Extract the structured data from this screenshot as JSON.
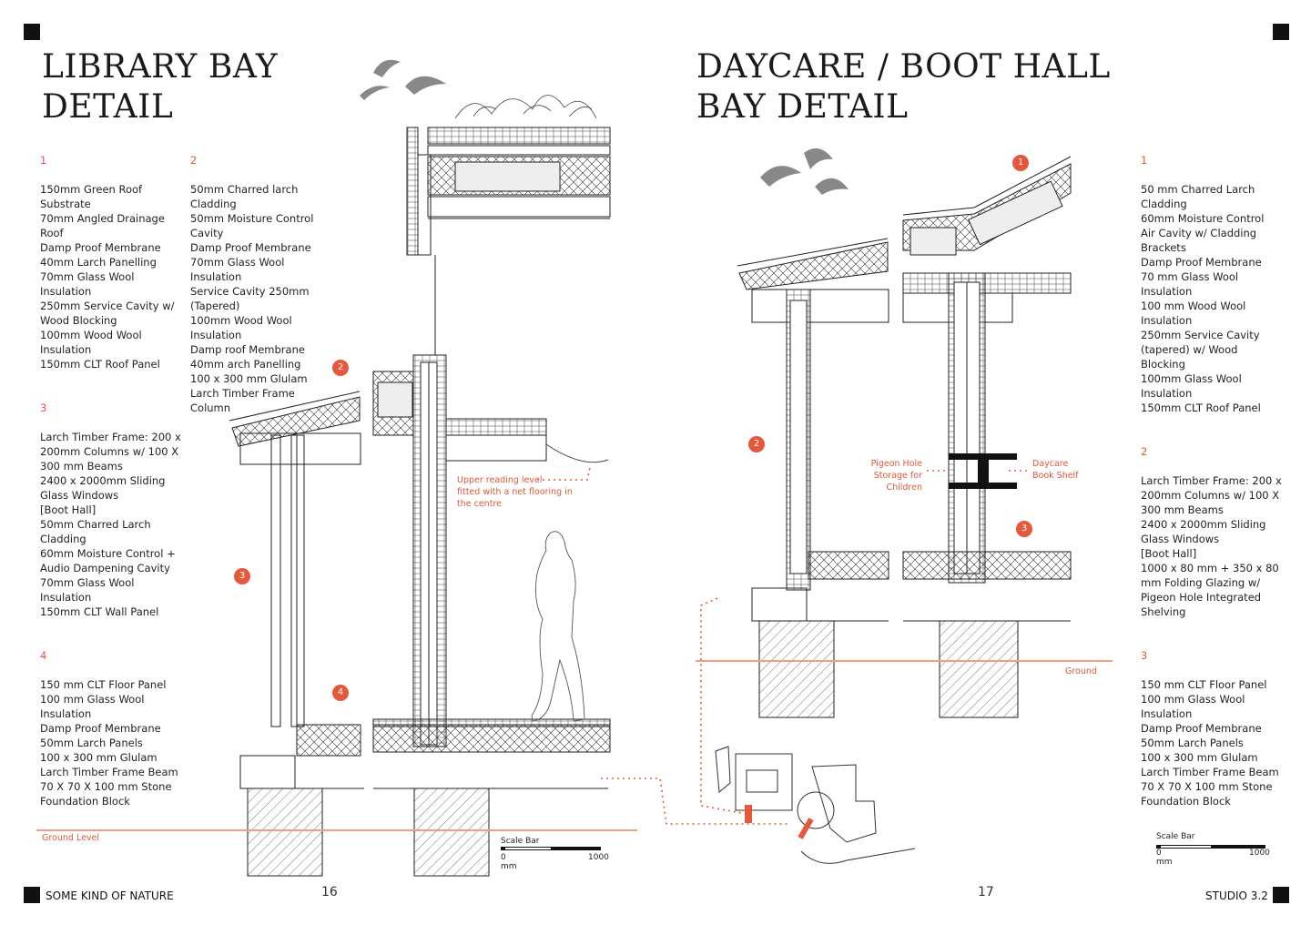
{
  "left_page": {
    "title": "LIBRARY BAY\nDETAIL",
    "notes": [
      {
        "num": "1",
        "text": "150mm Green Roof\nSubstrate\n70mm Angled Drainage\nRoof\nDamp Proof Membrane\n40mm Larch Panelling\n70mm Glass Wool\nInsulation\n250mm Service Cavity w/\nWood Blocking\n100mm Wood Wool\nInsulation\n150mm CLT Roof Panel"
      },
      {
        "num": "3",
        "text": "Larch Timber Frame: 200 x\n200mm Columns w/ 100 X\n300 mm Beams\n2400 x 2000mm Sliding\nGlass Windows\n[Boot Hall]\n50mm Charred Larch\nCladding\n60mm Moisture Control +\nAudio Dampening Cavity\n70mm Glass Wool\nInsulation\n150mm CLT Wall Panel"
      },
      {
        "num": "4",
        "text": "150 mm CLT Floor Panel\n100 mm Glass Wool\nInsulation\nDamp Proof Membrane\n50mm Larch Panels\n100 x 300 mm Glulam\nLarch Timber Frame Beam\n70 X 70 X 100 mm Stone\nFoundation Block"
      },
      {
        "num": "2",
        "text": "50mm Charred larch\nCladding\n50mm Moisture Control\nCavity\nDamp Proof Membrane\n70mm Glass Wool\nInsulation\nService Cavity 250mm\n(Tapered)\n100mm Wood Wool\nInsulation\nDamp roof Membrane\n40mm arch Panelling\n100 x 300 mm Glulam\nLarch Timber Frame\nColumn"
      }
    ],
    "annotation_reading": "Upper reading level\nfitted with a net flooring in\nthe centre",
    "ground_label": "Ground Level",
    "scale_bar": {
      "label": "Scale Bar",
      "min": "0",
      "max": "1000",
      "unit": "mm"
    },
    "page_number": "16",
    "footer": "SOME KIND OF NATURE",
    "badges": [
      "2",
      "3",
      "4"
    ]
  },
  "right_page": {
    "title": "DAYCARE / BOOT HALL\nBAY DETAIL",
    "notes": [
      {
        "num": "1",
        "text": "50 mm Charred Larch\nCladding\n60mm Moisture Control\nAir Cavity w/ Cladding\nBrackets\nDamp Proof Membrane\n70 mm Glass Wool\nInsulation\n100 mm Wood Wool\nInsulation\n250mm Service Cavity\n(tapered) w/ Wood\nBlocking\n100mm Glass Wool\nInsulation\n150mm CLT Roof Panel"
      },
      {
        "num": "2",
        "text": "Larch Timber Frame: 200 x\n200mm Columns w/ 100 X\n300 mm Beams\n2400 x 2000mm Sliding\nGlass Windows\n[Boot Hall]\n1000 x 80 mm + 350 x 80\nmm Folding Glazing w/\nPigeon Hole Integrated\nShelving"
      },
      {
        "num": "3",
        "text": "150 mm CLT Floor Panel\n100 mm Glass Wool\nInsulation\nDamp Proof Membrane\n50mm Larch Panels\n100 x 300 mm Glulam\nLarch Timber Frame Beam\n70 X 70 X 100 mm Stone\nFoundation Block"
      }
    ],
    "annotation_pigeon": "Pigeon Hole\nStorage for\nChildren",
    "annotation_daycare": "Daycare\nBook Shelf",
    "ground_label": "Ground",
    "scale_bar": {
      "label": "Scale Bar",
      "min": "0",
      "max": "1000",
      "unit": "mm"
    },
    "page_number": "17",
    "footer": "STUDIO 3.2",
    "badges": [
      "1",
      "2",
      "3"
    ]
  },
  "colors": {
    "accent": "#e5583b",
    "ink": "#1a1a1a",
    "ground": "#f0a080"
  }
}
